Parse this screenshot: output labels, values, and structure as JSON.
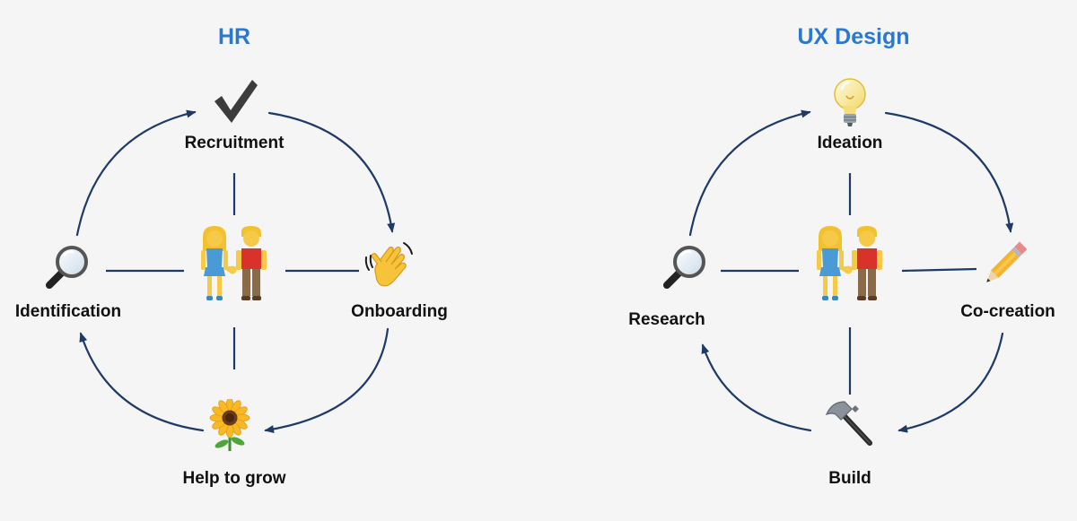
{
  "diagrams": [
    {
      "title": "HR",
      "nodes": {
        "top": {
          "label": "Recruitment",
          "icon": "check-mark-icon"
        },
        "right": {
          "label": "Onboarding",
          "icon": "waving-hand-icon"
        },
        "bottom": {
          "label": "Help to grow",
          "icon": "sunflower-icon"
        },
        "left": {
          "label": "Identification",
          "icon": "magnifying-glass-icon"
        },
        "center": {
          "icon": "couple-holding-hands-icon"
        }
      }
    },
    {
      "title": "UX Design",
      "nodes": {
        "top": {
          "label": "Ideation",
          "icon": "light-bulb-icon"
        },
        "right": {
          "label": "Co-creation",
          "icon": "pencil-icon"
        },
        "bottom": {
          "label": "Build",
          "icon": "hammer-icon"
        },
        "left": {
          "label": "Research",
          "icon": "magnifying-glass-icon"
        },
        "center": {
          "icon": "couple-holding-hands-icon"
        }
      }
    }
  ],
  "colors": {
    "title": "#2a78d0",
    "arrow": "#1e3a66",
    "text": "#111111",
    "background": "#f5f5f5"
  }
}
